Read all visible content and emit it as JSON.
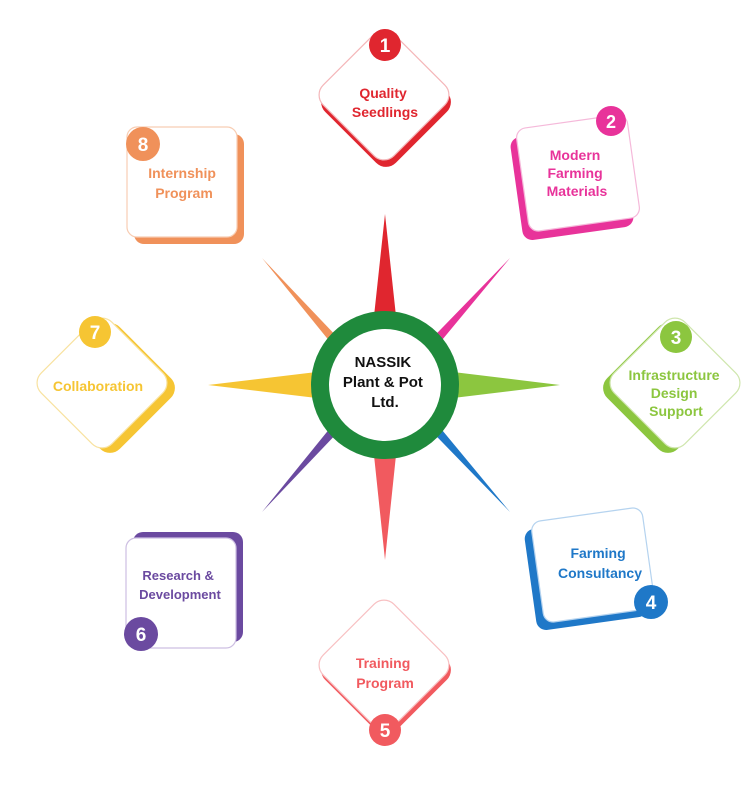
{
  "center": {
    "lines": [
      "NASSIK",
      "Plant & Pot",
      "Ltd."
    ]
  },
  "colors": {
    "ring": "#1f8a3c",
    "north": "#e0262f",
    "ne": "#e8339a",
    "east": "#8cc63f",
    "se": "#1f78c8",
    "south": "#f15a5f",
    "sw": "#6b4aa0",
    "west": "#f6c533",
    "nw": "#f0915a"
  },
  "items": [
    {
      "number": "1",
      "lines": [
        "Quality",
        "Seedlings"
      ],
      "color": "#e0262f"
    },
    {
      "number": "2",
      "lines": [
        "Modern",
        "Farming",
        "Materials"
      ],
      "color": "#e8339a"
    },
    {
      "number": "3",
      "lines": [
        "Infrastructure",
        "Design",
        "Support"
      ],
      "color": "#8cc63f"
    },
    {
      "number": "4",
      "lines": [
        "Farming",
        "Consultancy"
      ],
      "color": "#1f78c8"
    },
    {
      "number": "5",
      "lines": [
        "Training",
        "Program"
      ],
      "color": "#f15a5f"
    },
    {
      "number": "6",
      "lines": [
        "Research &",
        "Development"
      ],
      "color": "#6b4aa0"
    },
    {
      "number": "7",
      "lines": [
        "Collaboration"
      ],
      "color": "#f6c533"
    },
    {
      "number": "8",
      "lines": [
        "Internship",
        "Program"
      ],
      "color": "#f0915a"
    }
  ]
}
